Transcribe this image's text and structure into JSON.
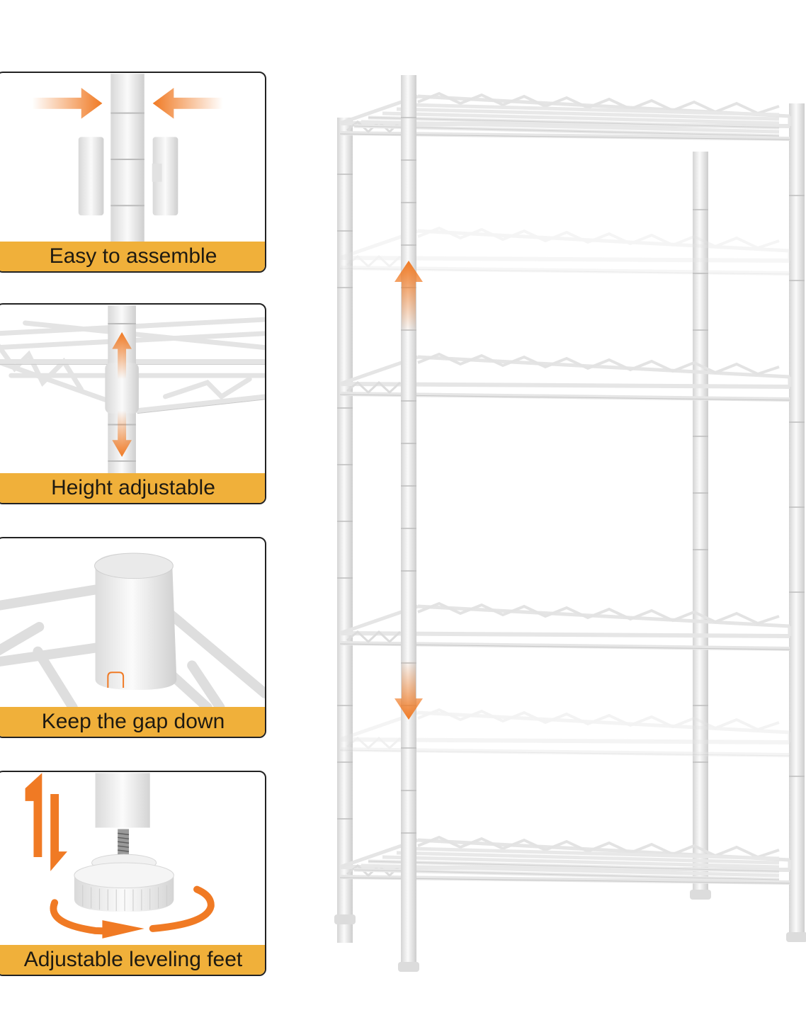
{
  "colors": {
    "label_band": "#f0b03a",
    "label_text": "#1e1a12",
    "arrow": "#f07a24",
    "panel_border": "#222222",
    "wire": "#e9e9e9",
    "wire_shadow": "#c9c9c9"
  },
  "features": [
    {
      "id": "assemble",
      "label": "Easy to assemble",
      "icon": "pole-sleeve-clip-icon"
    },
    {
      "id": "height",
      "label": "Height adjustable",
      "icon": "up-down-arrow-icon"
    },
    {
      "id": "gap",
      "label": "Keep the gap down",
      "icon": "sleeve-gap-icon"
    },
    {
      "id": "feet",
      "label": "Adjustable leveling feet",
      "icon": "leveling-foot-icon"
    }
  ],
  "product": {
    "name": "wire-shelving-unit",
    "tiers": 6,
    "annotations": [
      "shelf-up-arrow",
      "shelf-down-arrow"
    ]
  }
}
